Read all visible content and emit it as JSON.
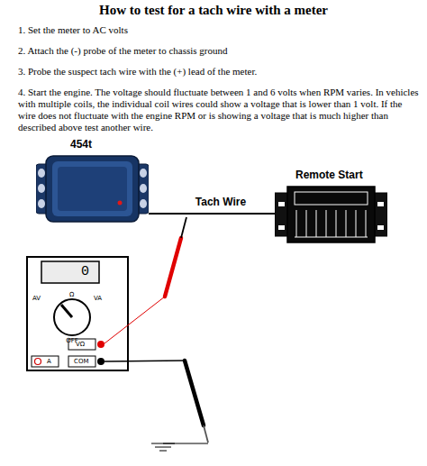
{
  "diagram": {
    "title": "How to test for a tach wire with a meter",
    "nodes": [
      {
        "text": [
          "454t"
        ]
      },
      {
        "text": [
          "Remote Start"
        ]
      }
    ],
    "edges": [
      {
        "from": 0,
        "to": 1,
        "label": "Tach Wire",
        "arrow": "none"
      }
    ],
    "labels": [
      "1. Set the meter to AC volts",
      "2. Attach the (-) probe of the meter to chassis ground",
      "3. Probe the suspect tach wire with the (+) lead of the meter.",
      "4. Start the engine. The voltage should fluctuate between 1 and 6 volts when RPM varies. In vehicles with multiple coils, the individual coil wires could show a voltage that is lower than 1 volt. If the wire does not fluctuate with the engine RPM or is showing a voltage that is much higher than described above test another wire.",
      "0",
      "Ω",
      "AV",
      "VA",
      "OFF",
      "VΩ",
      "A",
      "COM"
    ]
  }
}
